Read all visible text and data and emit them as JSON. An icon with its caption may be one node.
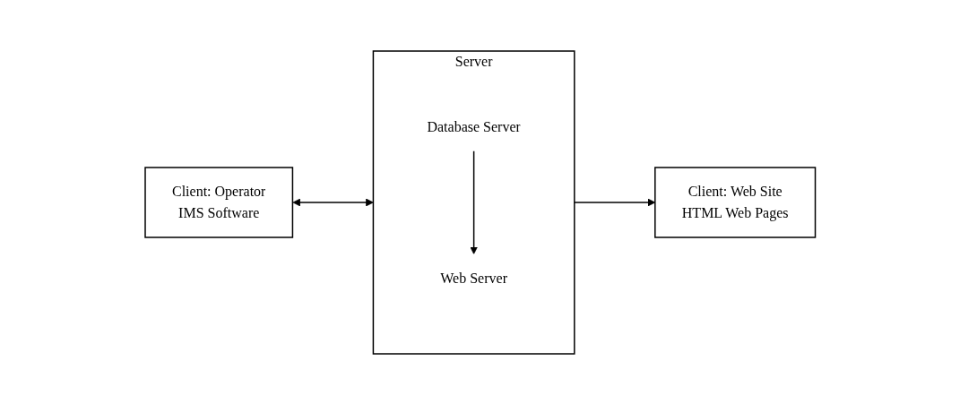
{
  "diagram": {
    "nodes": [
      {
        "text": [
          "Client: Operator",
          "IMS Software"
        ]
      },
      {
        "text": [
          "Client: Web Site",
          "HTML Web Pages"
        ]
      },
      {
        "text": [
          "Server"
        ]
      },
      {
        "text": [
          "Database Server"
        ],
        "in": 2
      },
      {
        "text": [
          "Web Server"
        ],
        "in": 2
      }
    ],
    "edges": [
      {
        "from": 0,
        "to": 2,
        "arrow": "both"
      },
      {
        "from": 2,
        "to": 1,
        "arrow": "to"
      },
      {
        "from": 3,
        "to": 4,
        "arrow": "to"
      }
    ]
  }
}
